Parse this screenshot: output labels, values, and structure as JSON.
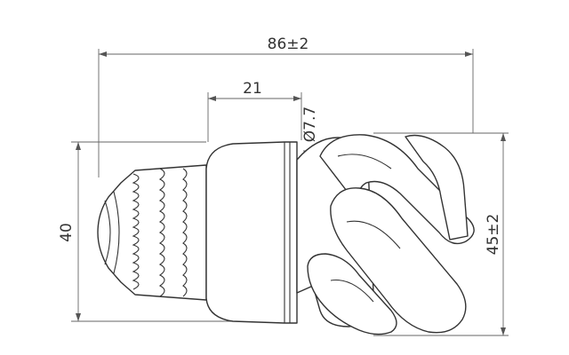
{
  "drawing": {
    "subject": "spiral compact fluorescent lamp with screw base",
    "dimensions": {
      "overall_length": "86±2",
      "base_to_tube": "21",
      "tube_diameter": "Ø7.7",
      "base_height": "40",
      "spiral_diameter": "45±2"
    },
    "line_color": "#333333",
    "background": "#ffffff"
  }
}
